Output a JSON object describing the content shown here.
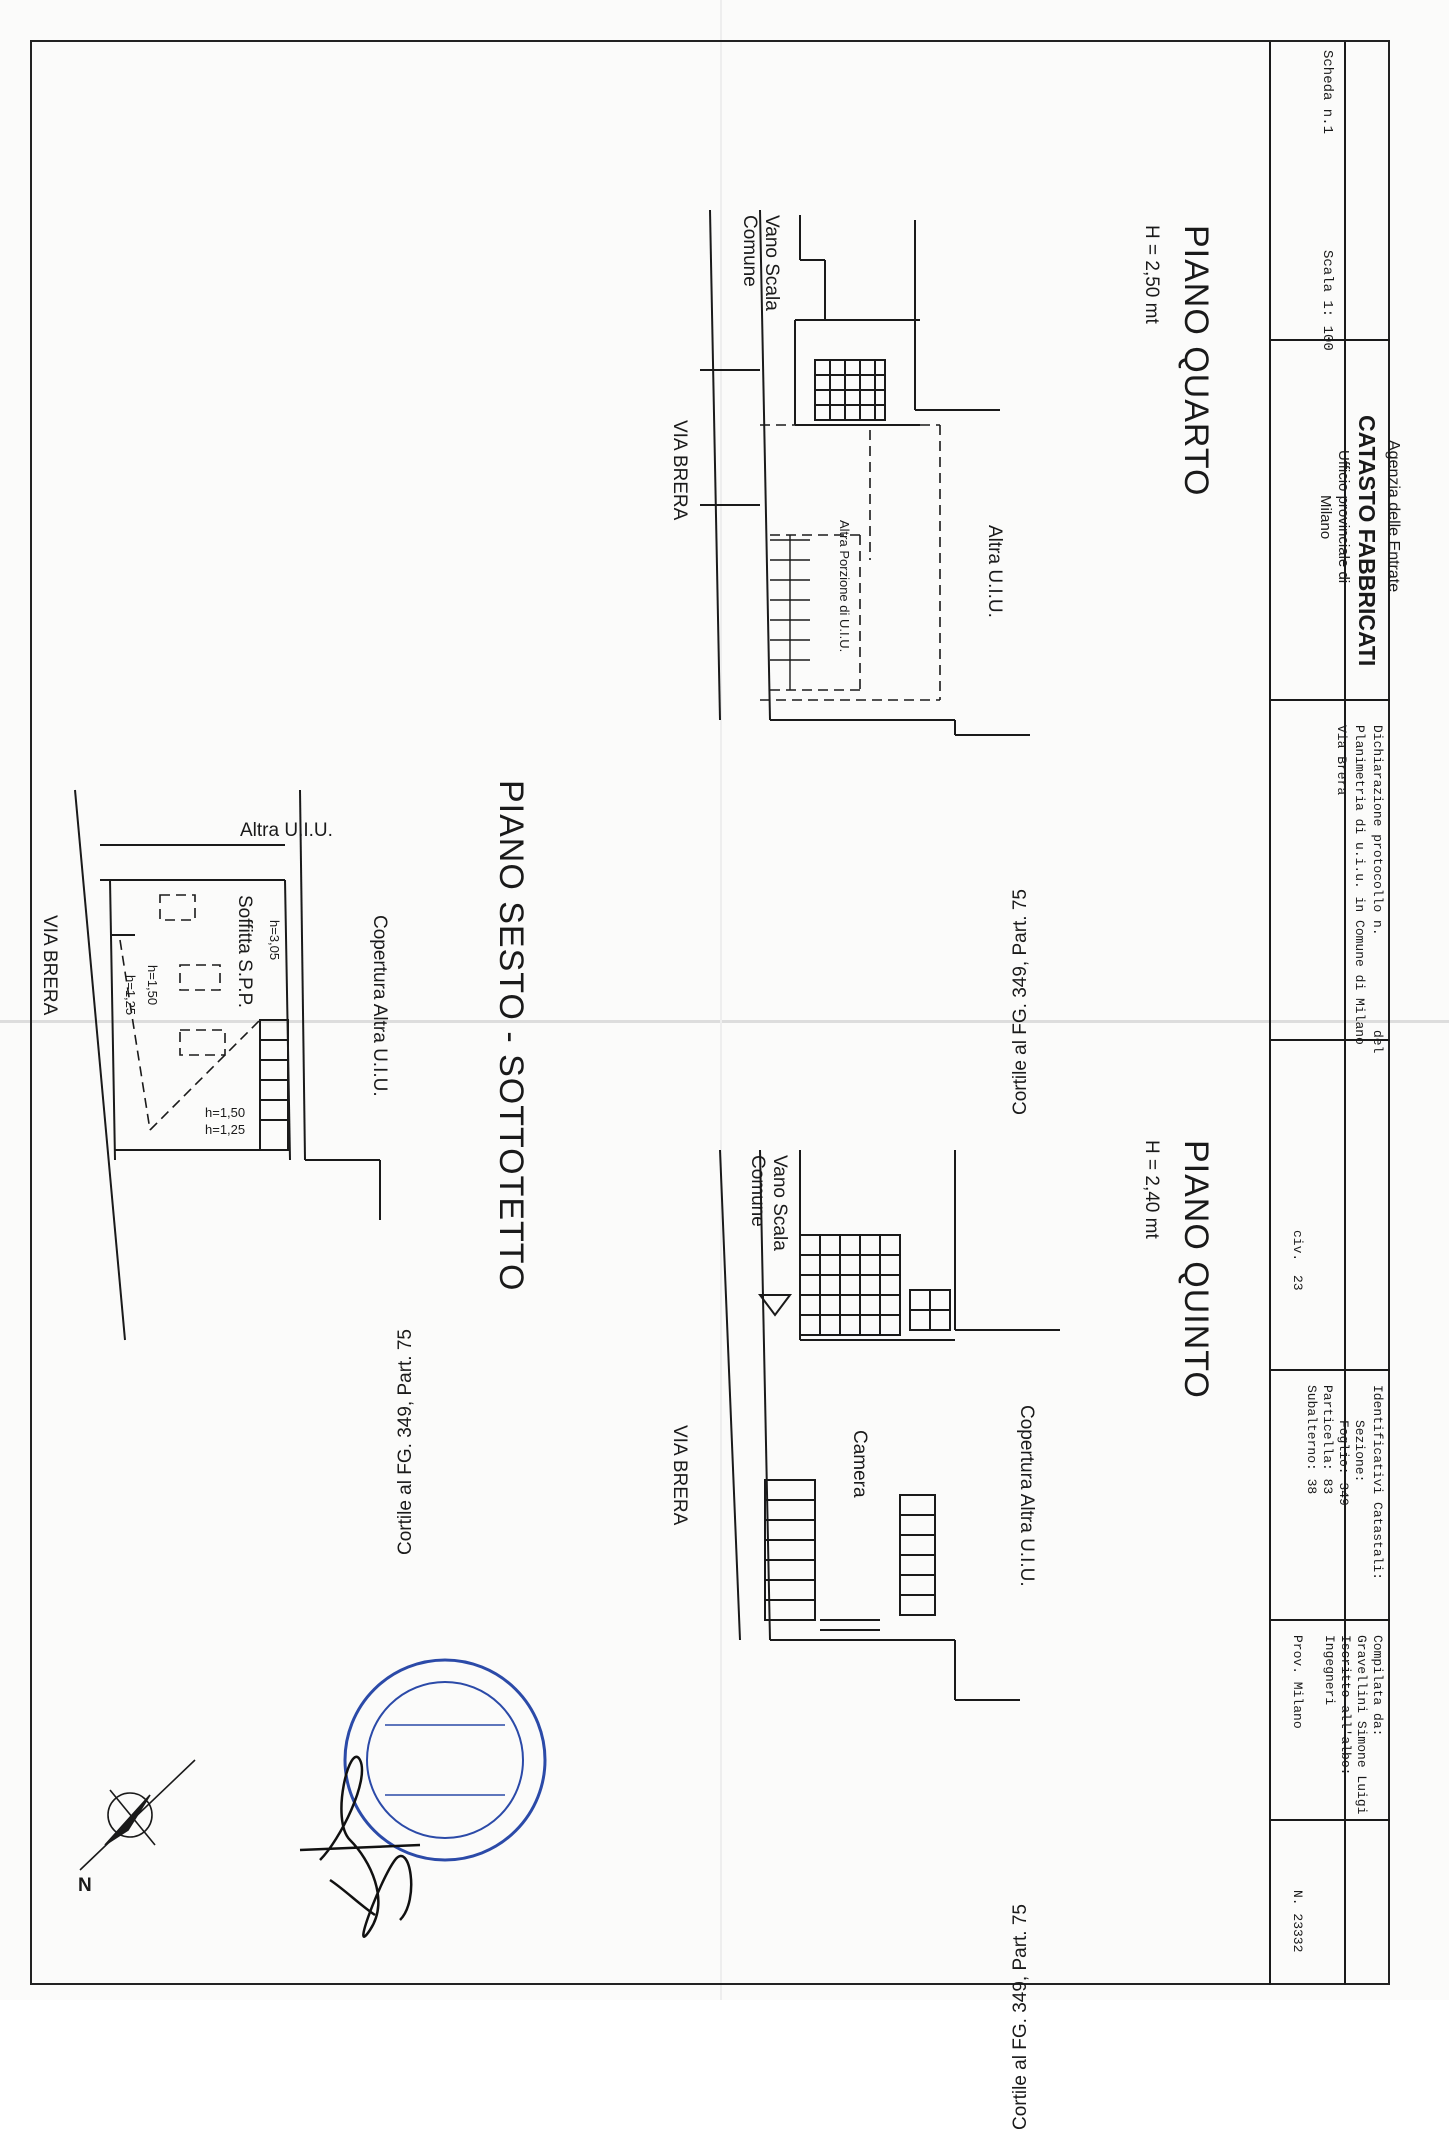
{
  "header": {
    "scheda": "Scheda n.1",
    "scala": "Scala 1: 100",
    "agency_line1": "Agenzia delle Entrate",
    "agency_line2": "CATASTO FABBRICATI",
    "agency_line3": "Ufficio provinciale di",
    "agency_line4": "Milano",
    "dichiarazione": "Dichiarazione protocollo n.",
    "del": "del",
    "planimetria": "Planimetria di u.i.u. in Comune di Milano",
    "via": "Via Brera",
    "civ_label": "civ.",
    "civ_value": "23",
    "identificativi_title": "Identificativi Catastali:",
    "sezione": "Sezione:",
    "foglio": "Foglio: 349",
    "particella": "Particella: 83",
    "subalterno": "Subalterno: 38",
    "compilata_title": "Compilata da:",
    "compilata_name": "Gravellini Simone Luigi",
    "iscritto": "Iscritto all'albo:",
    "albo": "Ingegneri",
    "prov": "Prov. Milano",
    "numero": "N. 23332"
  },
  "plans": {
    "quarto": {
      "title": "PIANO QUARTO",
      "height": "H = 2,50 mt",
      "vano_1": "Vano Scala",
      "vano_2": "Comune",
      "street": "VIA BRERA",
      "altra": "Altra U.I.U.",
      "altra_porzione": "Altra Porzione di U.I.U.",
      "cortile": "Cortile al FG. 349, Part. 75"
    },
    "quinto": {
      "title": "PIANO QUINTO",
      "height": "H = 2,40 mt",
      "vano_1": "Vano Scala",
      "vano_2": "Comune",
      "street": "VIA BRERA",
      "camera": "Camera",
      "copertura": "Copertura Altra U.I.U.",
      "cortile": "Cortile al FG. 349, Part. 75"
    },
    "sesto": {
      "title": "PIANO SESTO - SOTTOTETTO",
      "street": "VIA BRERA",
      "altra": "Altra U.I.U.",
      "soffitta": "Soffitta S.P.P.",
      "copertura": "Copertura Altra U.I.U.",
      "cortile": "Cortile al FG. 349, Part. 75",
      "h305": "h=3,05",
      "h150a": "h=1,50",
      "h125a": "h=1,25",
      "h150b": "h=1,50",
      "h125b": "h=1,25"
    }
  },
  "compass": {
    "north": "N"
  },
  "colors": {
    "ink": "#1a1a1a",
    "stamp": "#2b4aa8",
    "signature": "#111111",
    "paper": "#fbfbfa"
  }
}
